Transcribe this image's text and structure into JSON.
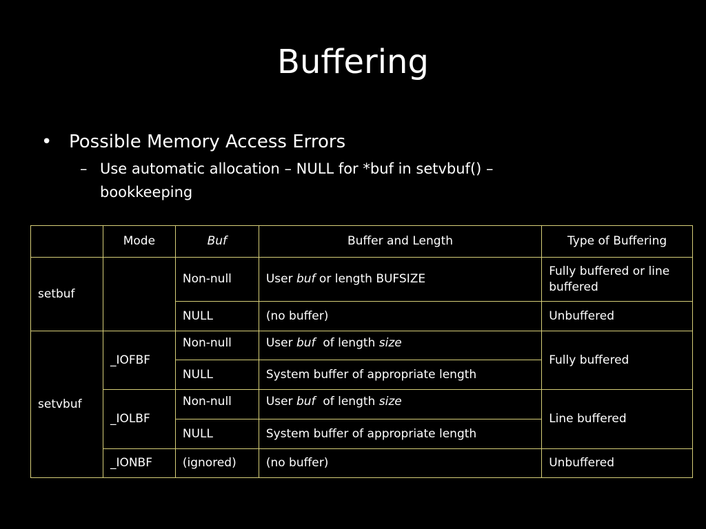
{
  "slide": {
    "title": "Buffering",
    "bullet_marker": "•",
    "sub_marker": "–",
    "bullet": "Possible Memory Access Errors",
    "sub_bullet": "Use automatic allocation – NULL for *buf in setvbuf() – bookkeeping"
  },
  "table": {
    "headers": {
      "blank": "",
      "mode": "Mode",
      "buf": "Buf",
      "buffer_length": "Buffer and Length",
      "type": "Type of Buffering"
    },
    "setbuf": {
      "func": "setbuf",
      "row1": {
        "buf": "Non-null",
        "length_pre": "User ",
        "length_italic": "buf",
        "length_post": " or length BUFSIZE",
        "type": "Fully buffered or line buffered"
      },
      "row2": {
        "buf": "NULL",
        "length": "(no buffer)",
        "type": "Unbuffered"
      }
    },
    "setvbuf": {
      "func": "setvbuf",
      "iofbf": {
        "mode": "_IOFBF",
        "type": "Fully buffered",
        "row1": {
          "buf": "Non-null",
          "length_pre": "User ",
          "length_italic": "buf",
          "length_mid": "  of length ",
          "length_italic2": "size"
        },
        "row2": {
          "buf": "NULL",
          "length": "System buffer of appropriate length"
        }
      },
      "iolbf": {
        "mode": "_IOLBF",
        "type": "Line buffered",
        "row1": {
          "buf": "Non-null",
          "length_pre": "User ",
          "length_italic": "buf",
          "length_mid": "  of length ",
          "length_italic2": "size"
        },
        "row2": {
          "buf": "NULL",
          "length": "System buffer of appropriate length"
        }
      },
      "ionbf": {
        "mode": "_IONBF",
        "buf": "(ignored)",
        "length": "(no buffer)",
        "type": "Unbuffered"
      }
    }
  },
  "colors": {
    "background": "#000000",
    "text": "#ffffff",
    "table_border": "#d8d079"
  }
}
